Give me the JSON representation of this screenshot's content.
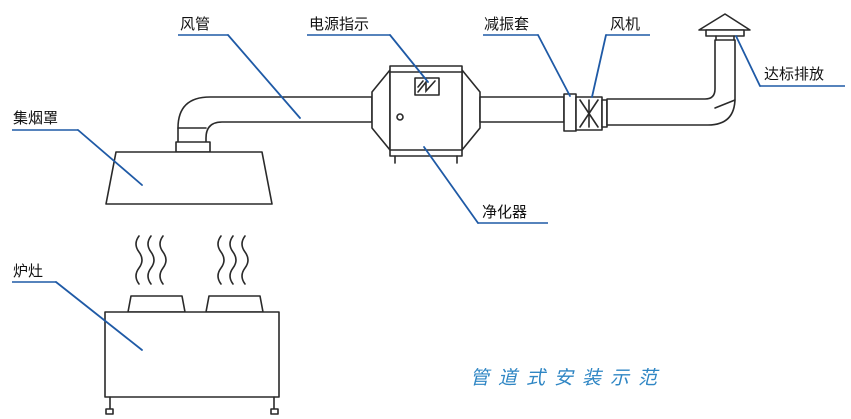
{
  "labels": {
    "duct": "风管",
    "power_indicator": "电源指示",
    "damper_sleeve": "减振套",
    "fan": "风机",
    "exhaust": "达标排放",
    "hood": "集烟罩",
    "purifier": "净化器",
    "stove": "炉灶"
  },
  "caption": "管道式安装示范",
  "colors": {
    "leader": "#1f5aa6",
    "caption": "#2f86c4",
    "outline": "#2a2a2a"
  }
}
